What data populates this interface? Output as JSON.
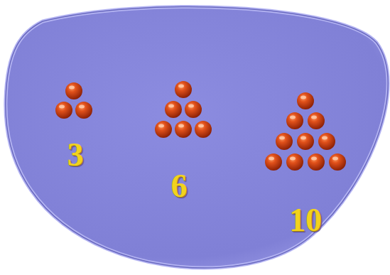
{
  "diagram": {
    "labels": [
      "3",
      "6",
      "10"
    ]
  }
}
